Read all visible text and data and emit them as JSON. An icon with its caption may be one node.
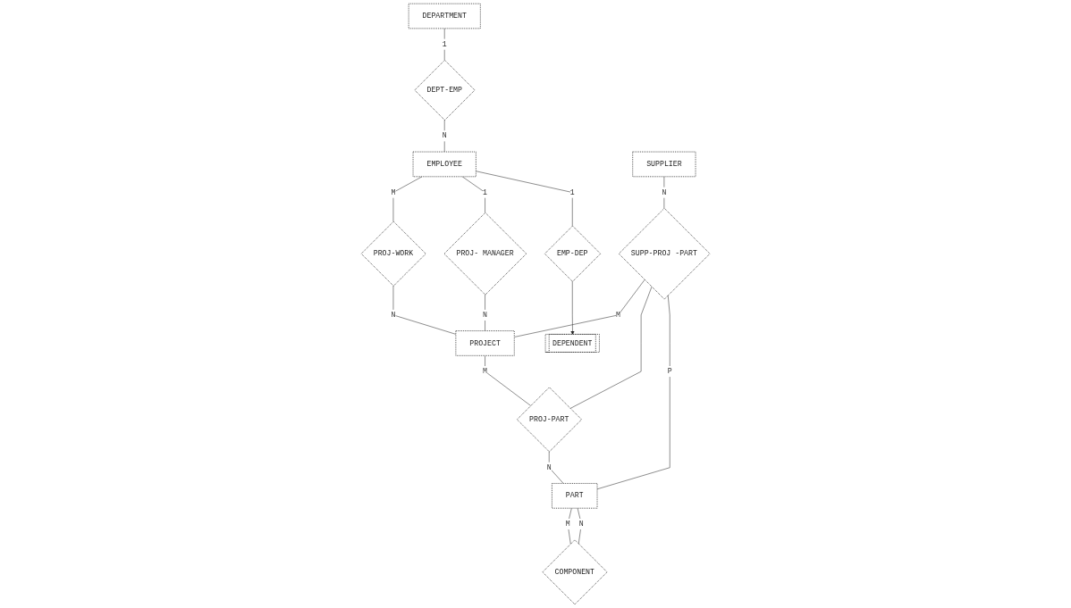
{
  "diagram": {
    "nodes": [
      {
        "text": [
          "DEPARTMENT"
        ]
      },
      {
        "text": [
          "SUPPLIER"
        ]
      },
      {
        "text": [
          "DEPT-EMP"
        ]
      },
      {
        "text": [
          "SUPP-PROJ -PART"
        ]
      },
      {
        "text": [
          "PROJ-WORK"
        ]
      },
      {
        "text": [
          "EMPLOYEE"
        ]
      },
      {
        "text": [
          "PROJECT"
        ]
      },
      {
        "text": [
          "PROJ-PART"
        ]
      },
      {
        "text": [
          "PART"
        ]
      },
      {
        "text": [
          "PROJ- MANAGER"
        ]
      },
      {
        "text": [
          "EMP-DEP"
        ]
      },
      {
        "text": [
          "COMPONENT"
        ]
      },
      {
        "text": [
          "DEPENDENT"
        ]
      }
    ],
    "edges": [
      {
        "from": 0,
        "to": 2,
        "arrow": "none",
        "label": "1"
      },
      {
        "from": 2,
        "to": 5,
        "arrow": "none",
        "label": "N"
      },
      {
        "from": 5,
        "to": 4,
        "arrow": "none",
        "label": "M"
      },
      {
        "from": 4,
        "to": 6,
        "arrow": "none",
        "label": "N"
      },
      {
        "from": 5,
        "to": 9,
        "arrow": "none",
        "label": "1"
      },
      {
        "from": 9,
        "to": 6,
        "arrow": "none",
        "label": "N"
      },
      {
        "from": 5,
        "to": 10,
        "arrow": "none",
        "label": "1"
      },
      {
        "from": 10,
        "to": 12,
        "arrow": "to"
      },
      {
        "from": 1,
        "to": 3,
        "arrow": "none",
        "label": "N"
      },
      {
        "from": 3,
        "to": 6,
        "arrow": "none",
        "label": "M"
      },
      {
        "from": 3,
        "to": 7,
        "arrow": "none"
      },
      {
        "from": 6,
        "to": 7,
        "arrow": "none",
        "label": "M"
      },
      {
        "from": 3,
        "to": 8,
        "arrow": "none",
        "label": "P"
      },
      {
        "from": 7,
        "to": 8,
        "arrow": "none",
        "label": "N"
      },
      {
        "from": 8,
        "to": 11,
        "arrow": "none",
        "label": "M"
      },
      {
        "from": 8,
        "to": 11,
        "arrow": "none",
        "label": "N"
      }
    ]
  }
}
